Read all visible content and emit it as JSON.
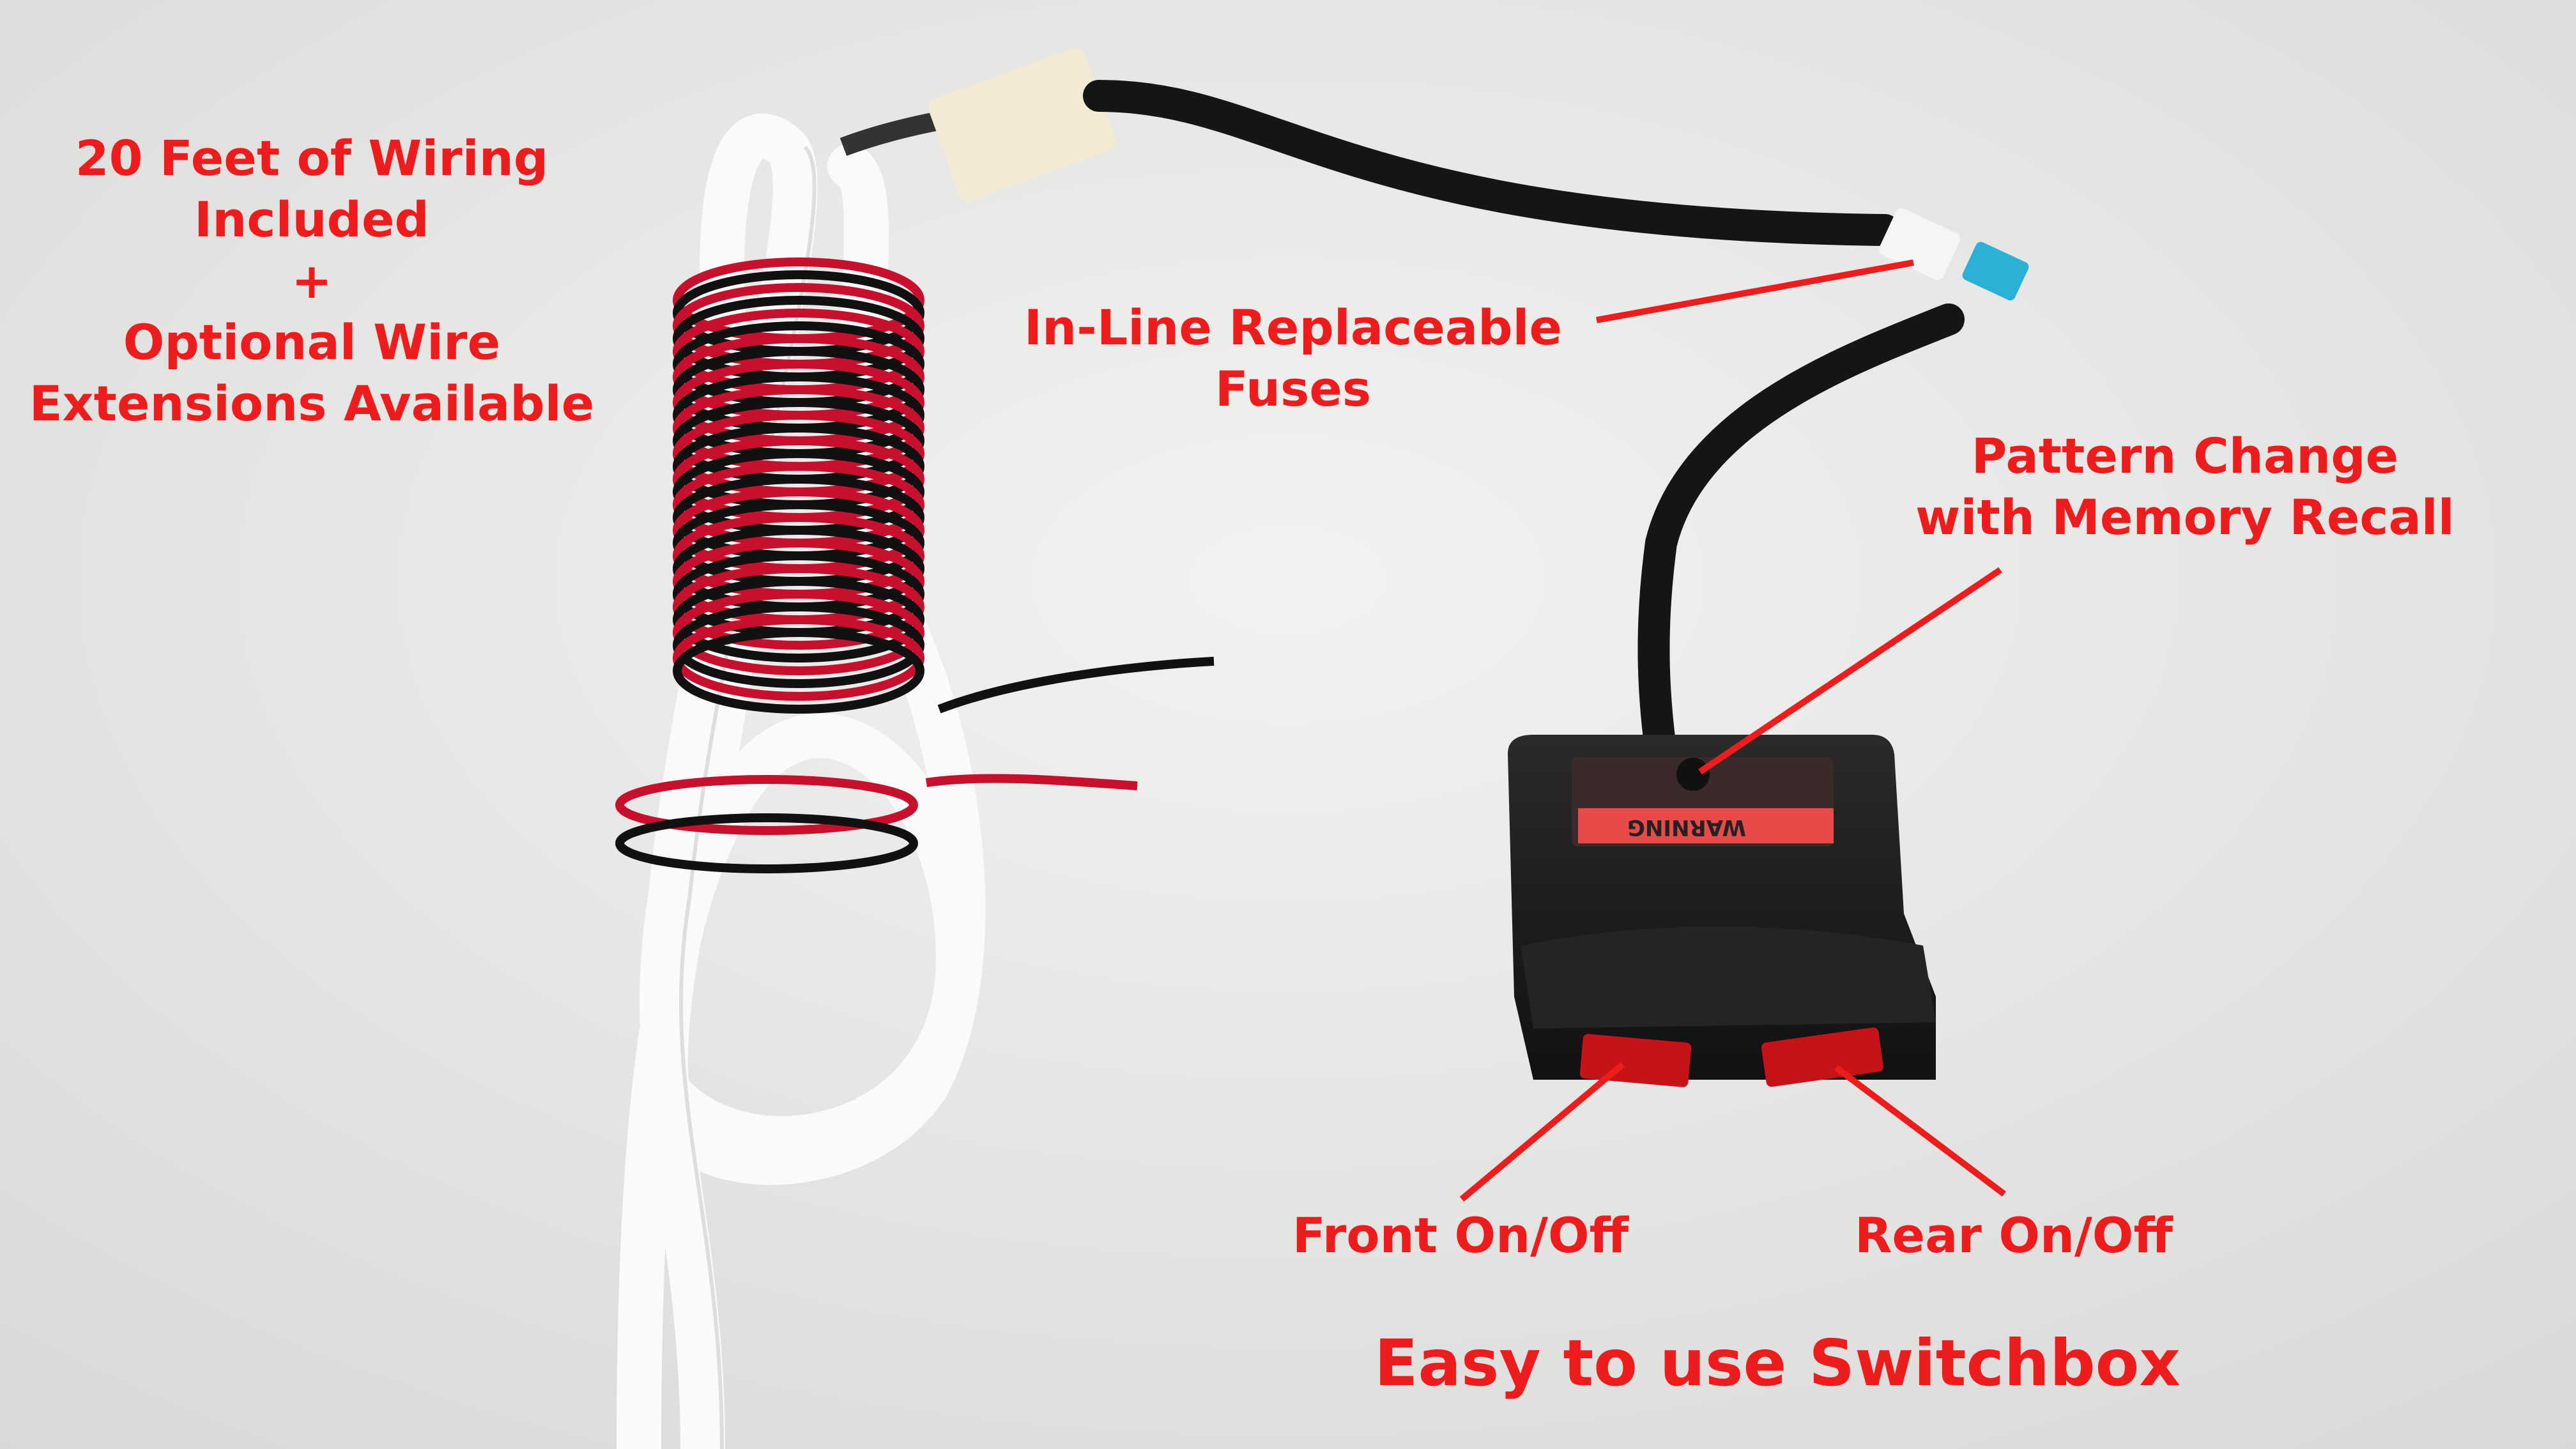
{
  "annotations": {
    "wiring": [
      "20 Feet of Wiring",
      "Included",
      "+",
      "Optional Wire",
      "Extensions Available"
    ],
    "fuses": [
      "In-Line Replaceable",
      "Fuses"
    ],
    "pattern": [
      "Pattern Change",
      "with Memory Recall"
    ],
    "front": "Front On/Off",
    "rear": "Rear On/Off",
    "title": "Easy to use Switchbox"
  },
  "product": {
    "warning_label": "WARNING"
  },
  "colors": {
    "annotation": "#ee1c1c",
    "background": "#e6e6e4",
    "switchbox": "#1c1c1c",
    "switch": "#c8121a"
  }
}
